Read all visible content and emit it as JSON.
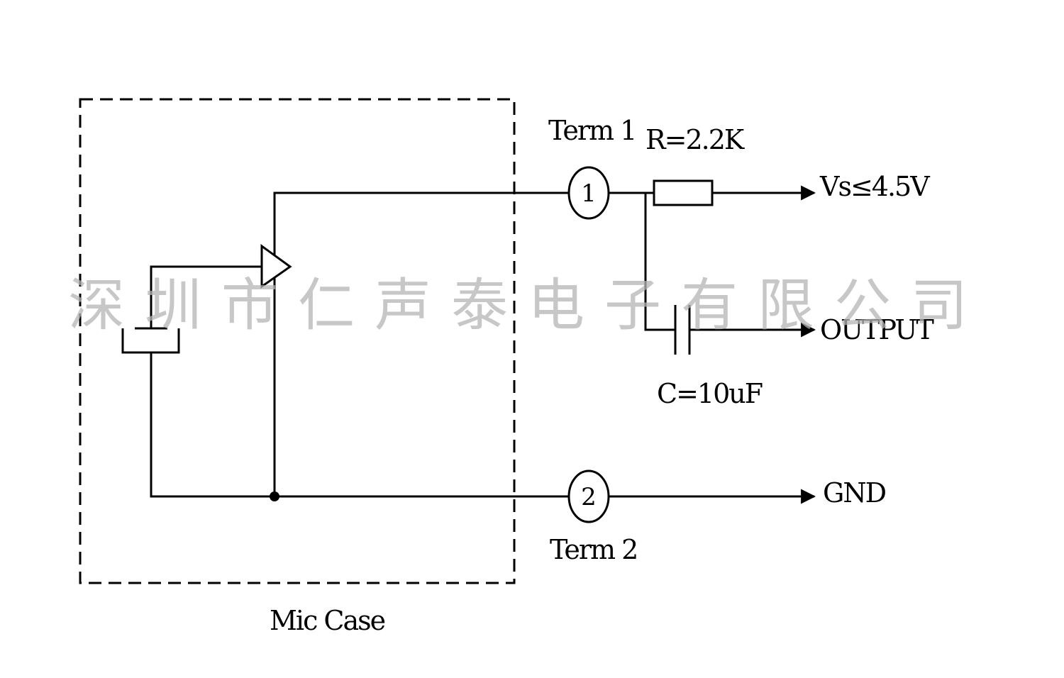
{
  "labels": {
    "term1": "Term 1",
    "term2": "Term 2",
    "resistor": "R=2.2K",
    "supply": "Vs≤4.5V",
    "output": "OUTPUT",
    "capacitor": "C=10uF",
    "ground": "GND",
    "case": "Mic Case"
  },
  "terminals": {
    "t1": "1",
    "t2": "2"
  },
  "watermark": "深圳市仁声泰电子有限公司",
  "colors": {
    "line": "#000000",
    "watermark": "#b4b4b4"
  }
}
